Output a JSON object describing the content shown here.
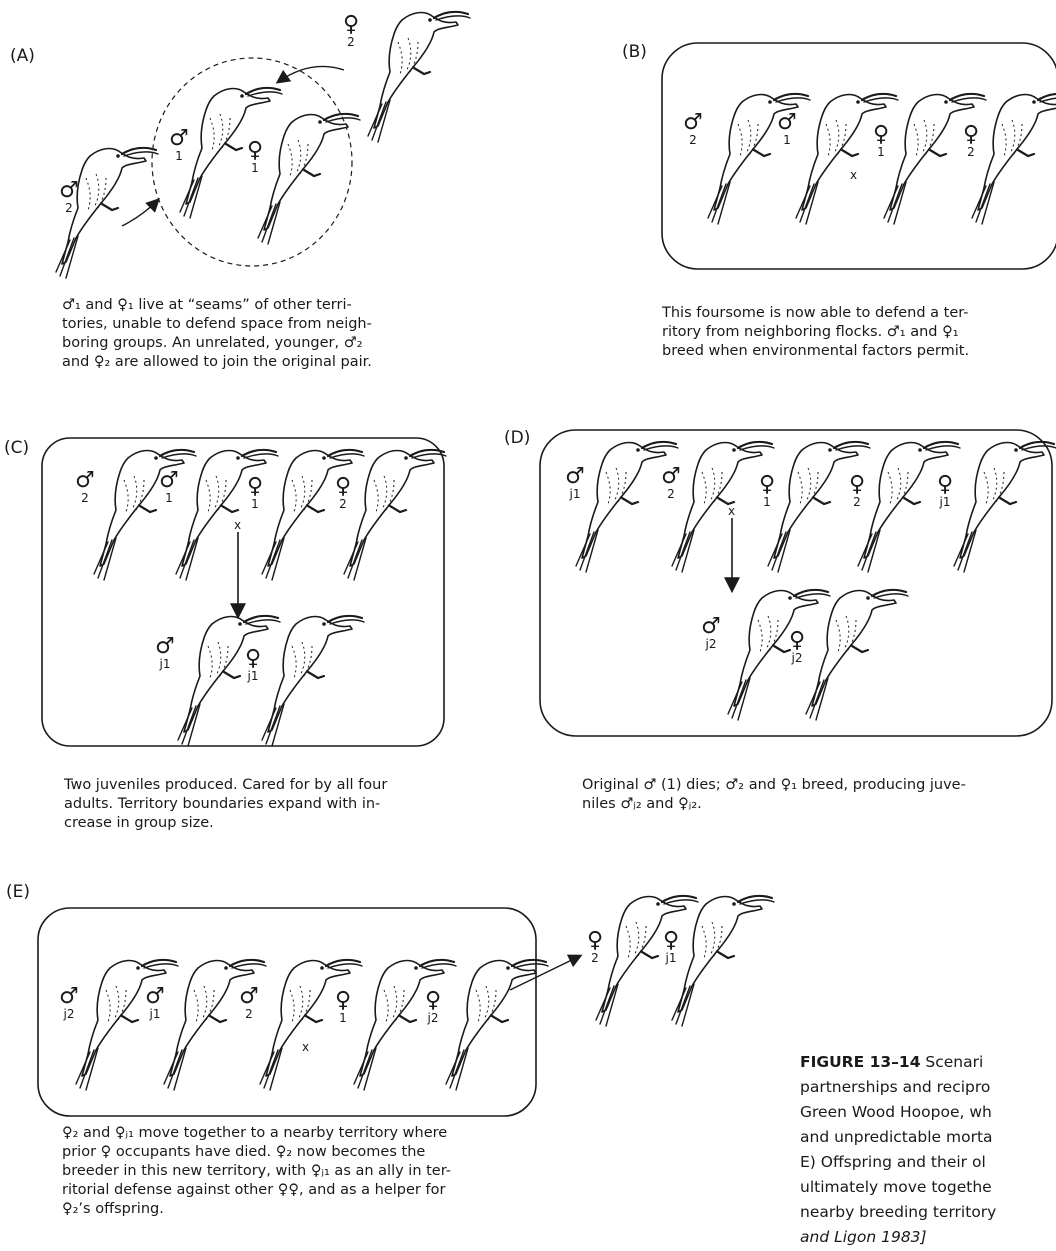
{
  "panels": {
    "A": {
      "label": "(A)",
      "caption": [
        "♂₁ and ♀₁ live at “seams” of other terri-",
        "tories, unable to defend space from neigh-",
        "boring groups. An unrelated, younger, ♂₂",
        "and ♀₂ are allowed to join the original pair."
      ],
      "birds": [
        {
          "sex": "♀",
          "num": "2"
        },
        {
          "sex": "♂",
          "num": "2"
        },
        {
          "sex": "♂",
          "num": "1"
        },
        {
          "sex": "♀",
          "num": "1"
        }
      ]
    },
    "B": {
      "label": "(B)",
      "caption": [
        "This foursome is now able to defend a ter-",
        "ritory from neighboring flocks. ♂₁ and ♀₁",
        "breed when environmental factors permit."
      ],
      "birds": [
        {
          "sex": "♂",
          "num": "2"
        },
        {
          "sex": "♂",
          "num": "1"
        },
        {
          "sex": "♀",
          "num": "1"
        },
        {
          "sex": "♀",
          "num": "2"
        }
      ],
      "cross": "x"
    },
    "C": {
      "label": "(C)",
      "caption": [
        "Two juveniles produced. Cared for by all four",
        "adults. Territory boundaries expand with in-",
        "crease in group size."
      ],
      "birds": [
        {
          "sex": "♂",
          "num": "2"
        },
        {
          "sex": "♂",
          "num": "1"
        },
        {
          "sex": "♀",
          "num": "1"
        },
        {
          "sex": "♀",
          "num": "2"
        },
        {
          "sex": "♂",
          "num": "j1"
        },
        {
          "sex": "♀",
          "num": "j1"
        }
      ],
      "cross": "x"
    },
    "D": {
      "label": "(D)",
      "caption": [
        "Original ♂ (1) dies; ♂₂ and ♀₁ breed, producing juve-",
        "niles ♂ⱼ₂ and ♀ⱼ₂."
      ],
      "birds": [
        {
          "sex": "♂",
          "num": "j1"
        },
        {
          "sex": "♂",
          "num": "2"
        },
        {
          "sex": "♀",
          "num": "1"
        },
        {
          "sex": "♀",
          "num": "2"
        },
        {
          "sex": "♀",
          "num": "j1"
        },
        {
          "sex": "♂",
          "num": "j2"
        },
        {
          "sex": "♀",
          "num": "j2"
        }
      ],
      "cross": "x"
    },
    "E": {
      "label": "(E)",
      "caption": [
        "♀₂ and ♀ⱼ₁ move together to a nearby territory where",
        "prior ♀ occupants have died. ♀₂ now becomes the",
        "breeder in this new territory, with ♀ⱼ₁ as an ally in ter-",
        "ritorial defense against other ♀♀, and as a helper for",
        "♀₂’s offspring."
      ],
      "birds": [
        {
          "sex": "♂",
          "num": "j2"
        },
        {
          "sex": "♂",
          "num": "j1"
        },
        {
          "sex": "♂",
          "num": "2"
        },
        {
          "sex": "♀",
          "num": "1"
        },
        {
          "sex": "♀",
          "num": "j2"
        },
        {
          "sex": "♀",
          "num": "2"
        },
        {
          "sex": "♀",
          "num": "j1"
        }
      ],
      "cross": "x"
    }
  },
  "figure_caption": {
    "number": "FIGURE 13–14",
    "lines": [
      " Scenari",
      "partnerships and recipro",
      "Green Wood Hoopoe, wh",
      "and unpredictable morta",
      "E) Offspring and their ol",
      "ultimately move togethe",
      "nearby breeding territory",
      "and Ligon 1983]"
    ]
  }
}
